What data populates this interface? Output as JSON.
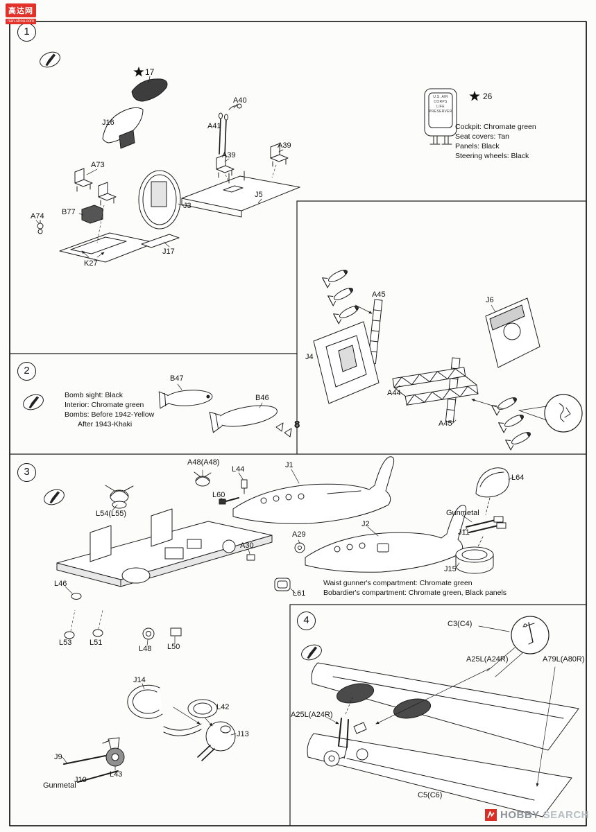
{
  "watermark": {
    "line1": "高达网",
    "line2": "nan-shou.com"
  },
  "footer": {
    "brand_bold": "HOBBY",
    "brand_light": "SEARCH"
  },
  "step1": {
    "number": "1",
    "decal_17": "17",
    "decal_26": "26",
    "parts": {
      "j16": "J16",
      "a73": "A73",
      "a74": "A74",
      "b77": "B77",
      "k27": "K27",
      "j17": "J17",
      "j3": "J3",
      "a40": "A40",
      "a41": "A41",
      "a39a": "A39",
      "a39b": "A39",
      "j5": "J5"
    },
    "preserver_text": [
      "U.S. AIR",
      "CORPS",
      "LIFE",
      "PRESERVER"
    ],
    "notes": [
      "Cockpit: Chromate green",
      "Seat covers: Tan",
      "Panels: Black",
      "Steering wheels: Black"
    ]
  },
  "bombbay": {
    "parts": {
      "a45_top": "A45",
      "j6": "J6",
      "j4": "J4",
      "a44": "A44",
      "a45_bottom": "A45"
    }
  },
  "step2": {
    "number": "2",
    "notes": [
      "Bomb sight: Black",
      "Interior: Chromate green",
      "Bombs: Before 1942-Yellow",
      "After 1943-Khaki"
    ],
    "parts": {
      "b47": "B47",
      "b46": "B46"
    },
    "quantity": "8"
  },
  "step3": {
    "number": "3",
    "parts": {
      "a48": "A48(A48)",
      "l44": "L44",
      "j1": "J1",
      "l60": "L60",
      "l64": "L64",
      "l54": "L54(L55)",
      "gunmetal_top": "Gunmetal",
      "j11": "J11",
      "a29": "A29",
      "a30": "A30",
      "j2": "J2",
      "j15": "J15",
      "l46": "L46",
      "l61": "L61",
      "l53": "L53",
      "l51": "L51",
      "l48": "L48",
      "l50": "L50",
      "j14": "J14",
      "l42": "L42",
      "j13": "J13",
      "j9": "J9",
      "j10": "J10",
      "l43": "L43",
      "gunmetal_bottom": "Gunmetal"
    },
    "notes": [
      "Waist gunner's compartment: Chromate green",
      "Bobardier's compartment: Chromate green, Black panels"
    ]
  },
  "step4": {
    "number": "4",
    "parts": {
      "c3": "C3(C4)",
      "a25l_right": "A25L(A24R)",
      "a79l": "A79L(A80R)",
      "a25l_left": "A25L(A24R)",
      "c5": "C5(C6)"
    }
  }
}
